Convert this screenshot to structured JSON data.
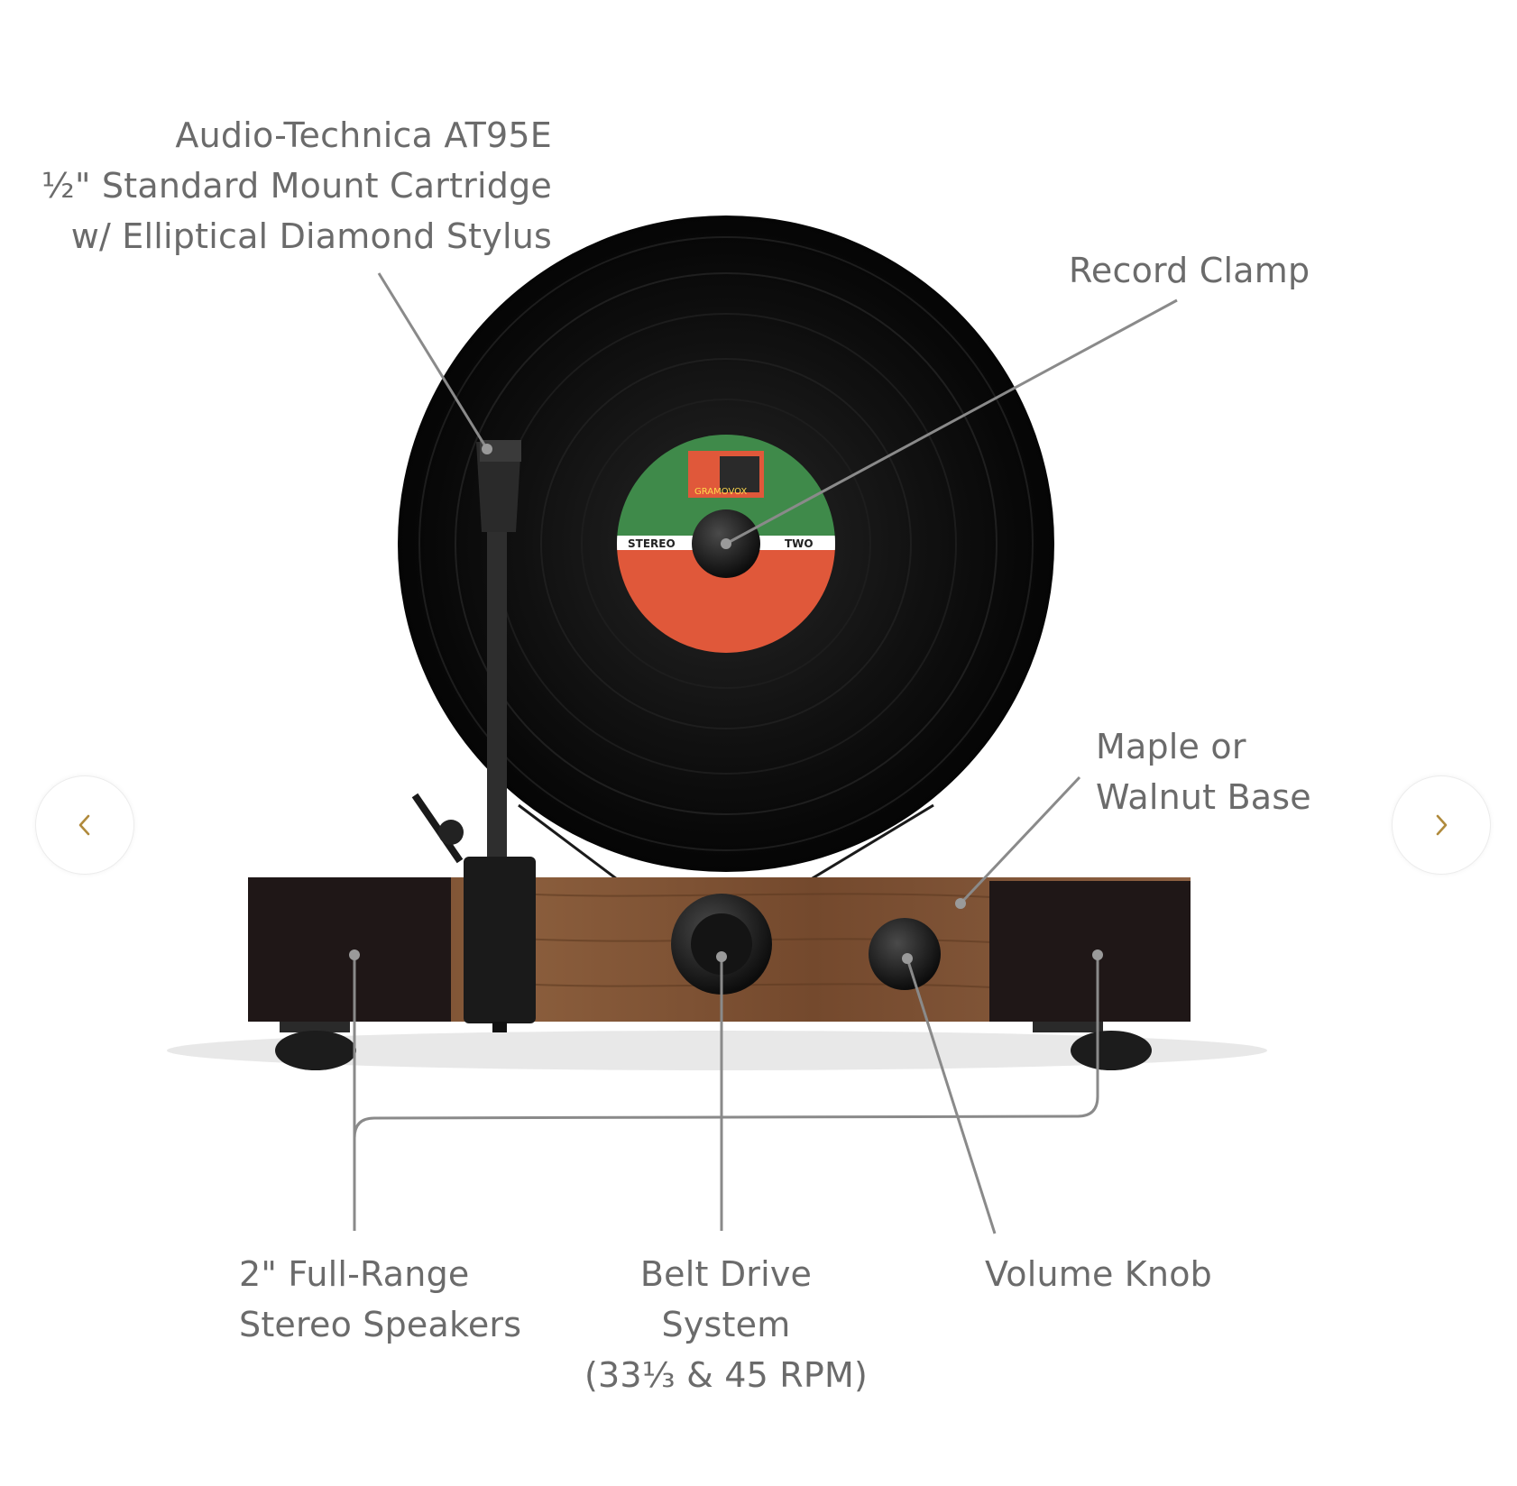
{
  "callouts": {
    "cartridge": [
      "Audio-Technica AT95E",
      "½\" Standard Mount Cartridge",
      "w/ Elliptical Diamond Stylus"
    ],
    "record_clamp": [
      "Record Clamp"
    ],
    "base": [
      "Maple or",
      "Walnut Base"
    ],
    "speakers": [
      "2\" Full-Range",
      "Stereo Speakers"
    ],
    "belt_drive": [
      "Belt Drive",
      "System",
      "(33⅓ & 45 RPM)"
    ],
    "volume_knob": [
      "Volume Knob"
    ]
  },
  "record_label": {
    "brand": "GRAMOVOX",
    "left_text": "STEREO",
    "right_text": "TWO"
  },
  "colors": {
    "callout_text": "#6b6b6b",
    "leader_line": "#8a8a8a",
    "vinyl": "#111111",
    "label_green": "#3f8a4a",
    "label_red": "#e0583a",
    "wood": "#7a5236",
    "nav_arrow": "#b08a3c"
  },
  "navigation": {
    "prev_icon": "chevron-left-icon",
    "next_icon": "chevron-right-icon"
  }
}
